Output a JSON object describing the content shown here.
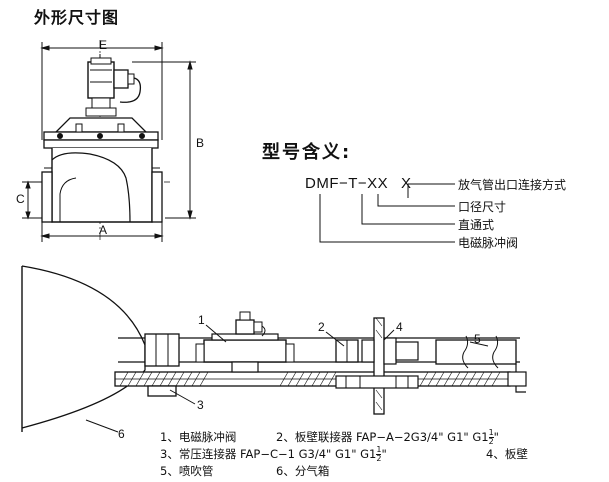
{
  "outline_title": "外形尺寸图",
  "dims": {
    "E": "E",
    "B": "B",
    "C": "C",
    "A": "A"
  },
  "model": {
    "title": "型号含义:",
    "code": "DMF−T−XX",
    "code_suffix": "X",
    "explanations": [
      "放气管出口连接方式",
      "口径尺寸",
      "直通式",
      "电磁脉冲阀"
    ]
  },
  "callouts": [
    "1",
    "2",
    "3",
    "4",
    "5",
    "6"
  ],
  "legend": {
    "row1_a": "1、电磁脉冲阀",
    "row1_b": "2、板壁联接器  FAP−A−2G3/4\" G1\" G1",
    "row2_a": "3、常压连接器  FAP−C−1 G3/4\" G1\" G1",
    "row2_b": "4、板壁",
    "row3_a": "5、喷吹管",
    "row3_b": "6、分气箱",
    "frac_num": "1",
    "frac_den": "2",
    "quote": "\""
  }
}
